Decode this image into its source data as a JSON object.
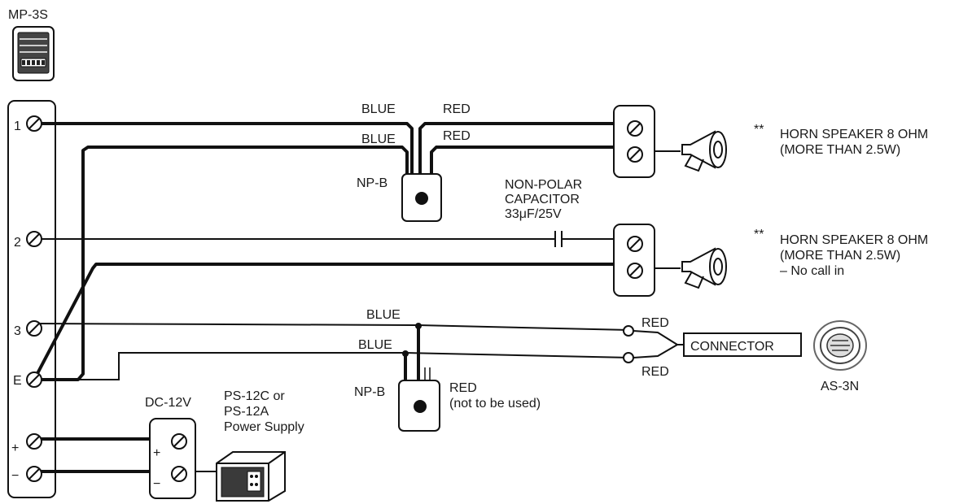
{
  "amplifier": {
    "model": "MP-3S",
    "terminals": [
      "1",
      "2",
      "3",
      "E",
      "+",
      "−"
    ]
  },
  "wire_colors": {
    "blue": "BLUE",
    "red": "RED"
  },
  "junction_boxes": {
    "top": "NP-B",
    "bottom": "NP-B"
  },
  "capacitor": {
    "line1": "NON-POLAR",
    "line2": "CAPACITOR",
    "line3": "33μF/25V"
  },
  "speakers": [
    {
      "marker": "**",
      "line1": "HORN SPEAKER 8 OHM",
      "line2": "(MORE THAN 2.5W)",
      "line3": ""
    },
    {
      "marker": "**",
      "line1": "HORN SPEAKER 8 OHM",
      "line2": "(MORE THAN 2.5W)",
      "line3": "– No  call in"
    }
  ],
  "red_not_used": {
    "line1": "RED",
    "line2": "(not to be used)"
  },
  "connector": {
    "label": "CONNECTOR",
    "device": "AS-3N"
  },
  "power": {
    "dc": "DC-12V",
    "line1": "PS-12C or",
    "line2": "PS-12A",
    "line3": "Power Supply",
    "plus": "+",
    "minus": "−"
  }
}
